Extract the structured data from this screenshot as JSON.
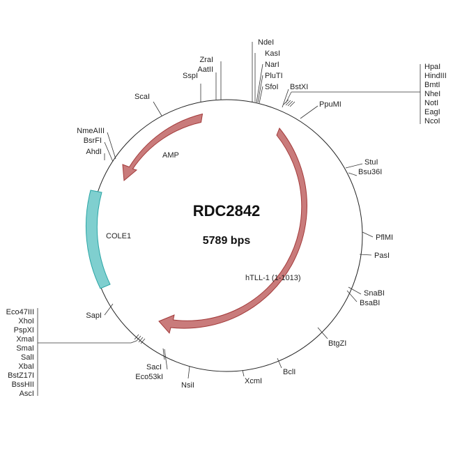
{
  "plasmid": {
    "name": "RDC2842",
    "size_label": "5789 bps"
  },
  "colors": {
    "amp_fill": "#c97b7b",
    "amp_stroke": "#a23a3a",
    "cole1_fill": "#7fcfcf",
    "cole1_stroke": "#2aa5a5",
    "backbone": "#222222"
  },
  "features": {
    "amp": "AMP",
    "cole1": "COLE1",
    "htll1": "hTLL-1 (1-1013)"
  },
  "sites": {
    "ndei": "NdeI",
    "kasi": "KasI",
    "nari": "NarI",
    "pluti": "PluTI",
    "sfoi": "SfoI",
    "zrai": "ZraI",
    "aatii": "AatII",
    "sspi": "SspI",
    "scai": "ScaI",
    "nmeaiii": "NmeAIII",
    "bsrfi": "BsrFI",
    "ahdi": "AhdI",
    "bstxi": "BstXI",
    "ppumi": "PpuMI",
    "hpai": "HpaI",
    "hindiii": "HindIII",
    "bmti": "BmtI",
    "nhei": "NheI",
    "noti": "NotI",
    "eagi": "EagI",
    "ncoi": "NcoI",
    "stui": "StuI",
    "bsu36i": "Bsu36I",
    "pflmi": "PflMI",
    "pasi": "PasI",
    "snabi": "SnaBI",
    "bsabi": "BsaBI",
    "btgzi": "BtgZI",
    "bcli": "BclI",
    "xcmi": "XcmI",
    "nsii": "NsiI",
    "saci": "SacI",
    "eco53ki": "Eco53kI",
    "sapi": "SapI",
    "eco47iii": "Eco47III",
    "xhoi": "XhoI",
    "pspxi": "PspXI",
    "xmai": "XmaI",
    "smai": "SmaI",
    "sali": "SalI",
    "xbai": "XbaI",
    "bstz17i": "BstZ17I",
    "bsshii": "BssHII",
    "asci": "AscI"
  }
}
